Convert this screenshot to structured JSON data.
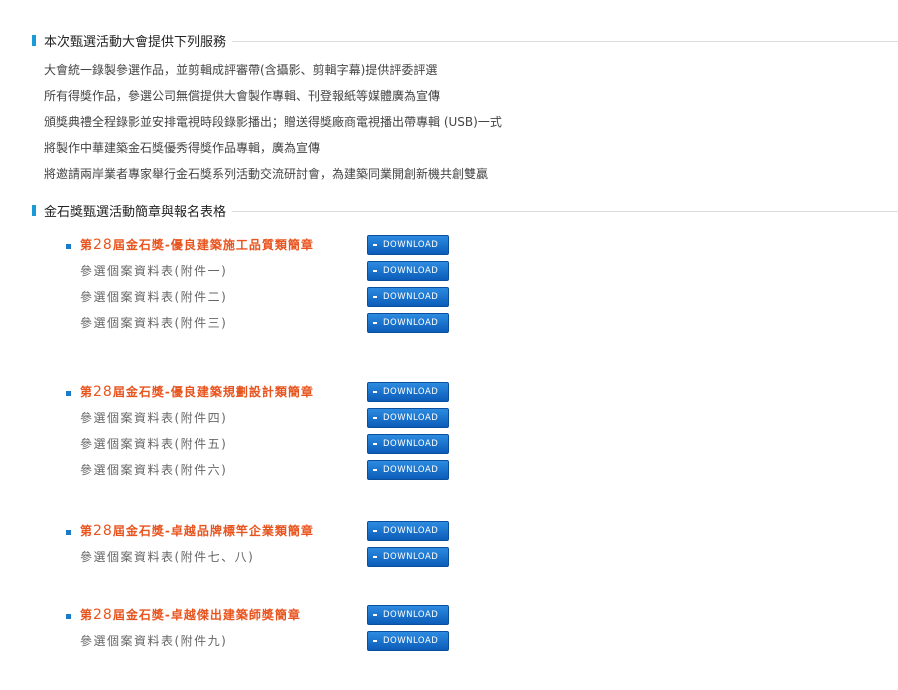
{
  "sections": [
    {
      "title": "本次甄選活動大會提供下列服務"
    },
    {
      "title": "金石獎甄選活動簡章與報名表格"
    }
  ],
  "services": [
    "大會統一錄製參選作品，並剪輯成評審帶(含攝影、剪輯字幕)提供評委評選",
    "所有得獎作品，參選公司無償提供大會製作專輯、刊登報紙等媒體廣為宣傳",
    "頒獎典禮全程錄影並安排電視時段錄影播出；贈送得獎廠商電視播出帶專輯 (USB)一式",
    "將製作中華建築金石獎優秀得獎作品專輯，廣為宣傳",
    "將邀請兩岸業者專家舉行金石獎系列活動交流研討會，為建築同業開創新機共創雙贏"
  ],
  "download_label": "DOWNLOAD",
  "groups": [
    {
      "heading": {
        "prefix": "第",
        "num": "28",
        "suffix": "屆金石獎-優良建築施工品質類簡章"
      },
      "items": [
        "參選個案資料表(附件一)",
        "參選個案資料表(附件二)",
        "參選個案資料表(附件三)"
      ]
    },
    {
      "heading": {
        "prefix": "第",
        "num": "28",
        "suffix": "屆金石獎-優良建築規劃設計類簡章"
      },
      "items": [
        "參選個案資料表(附件四)",
        "參選個案資料表(附件五)",
        "參選個案資料表(附件六)"
      ]
    },
    {
      "heading": {
        "prefix": "第",
        "num": "28",
        "suffix": "屆金石獎-卓越品牌標竿企業類簡章"
      },
      "items": [
        "參選個案資料表(附件七、八)"
      ]
    },
    {
      "heading": {
        "prefix": "第",
        "num": "28",
        "suffix": "屆金石獎-卓越傑出建築師獎簡章"
      },
      "items": [
        "參選個案資料表(附件九)"
      ]
    }
  ],
  "colors": {
    "accent": "#1a9ad6",
    "heading": "#e8541e",
    "button": "#0b5cb8"
  }
}
